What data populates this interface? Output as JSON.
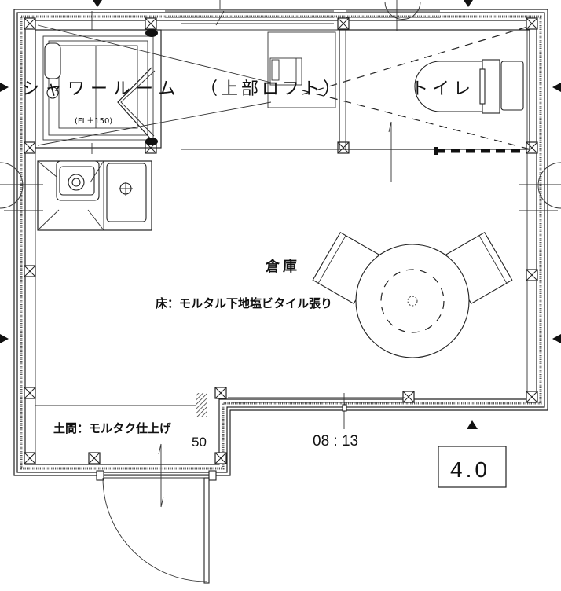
{
  "rooms": {
    "shower_room": "シャワールーム",
    "shower_floor_level": "(FL＋150)",
    "loft_note": "（上部ロフト）",
    "toilet": "トイレ",
    "storage": "倉庫",
    "storage_floor": "床：モルタル下地塩ビタイル張り",
    "entrance_floor": "土間：モルタク仕上げ"
  },
  "annotations": {
    "step_height": "50",
    "window_dim": "08 : 13",
    "scale_box": "4.0"
  },
  "colors": {
    "line": "#222222",
    "background": "#ffffff"
  }
}
